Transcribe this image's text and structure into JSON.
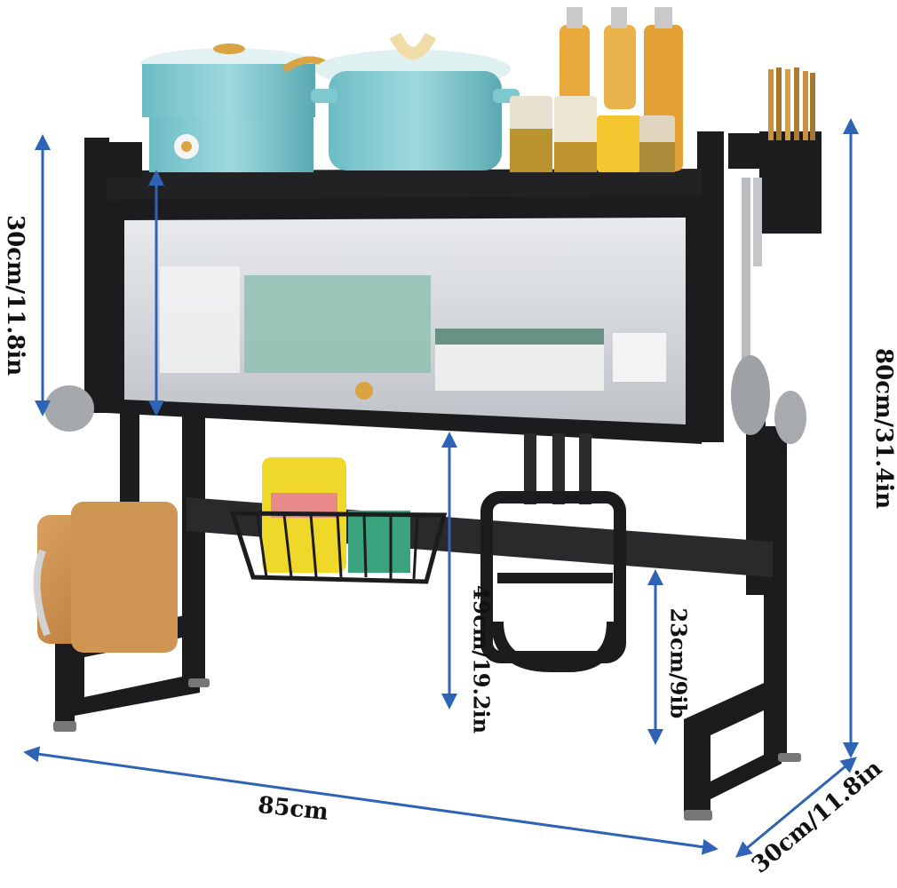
{
  "dimensions": {
    "height_top_shelf": "30cm/11.8in",
    "height_total": "80cm/31.4in",
    "height_clearance": "49cm/19.2in",
    "height_holder": "23cm/9ib",
    "width": "85cm",
    "depth": "30cm/11.8in"
  },
  "colors": {
    "frame": "#1c1c1e",
    "arrow": "#2f63b5",
    "pot_teal": "#7ec8cf",
    "gold": "#d9a441",
    "bottle": "#e9a93a",
    "board": "#c98a4b",
    "detergent": "#f0d82a"
  }
}
